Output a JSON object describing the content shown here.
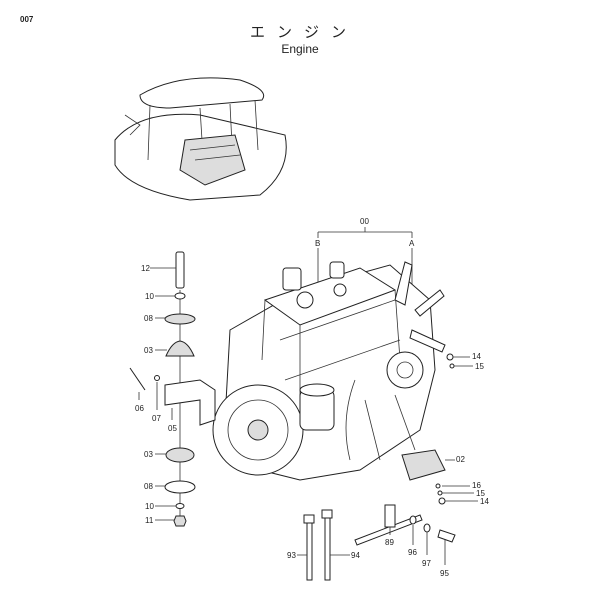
{
  "page_number": "007",
  "title_jp": "エンジン",
  "title_en": "Engine",
  "callouts": {
    "assembly": "00",
    "ref_a": "A",
    "ref_b": "B",
    "bolt_top": "12",
    "washer_top": "10",
    "plate_top": "08",
    "cushion_top": "03",
    "bolt_side": "06",
    "washer_side": "07",
    "bracket": "05",
    "cushion_bottom": "03",
    "plate_bottom": "08",
    "washer_bottom": "10",
    "nut_bottom": "11",
    "rod_left": "93",
    "rod_right": "94",
    "stay": "89",
    "washer_96": "96",
    "washer_97": "97",
    "bolt_95": "95",
    "mount_right": "02",
    "part_16": "16",
    "part_15_lower": "15",
    "part_14_lower": "14",
    "part_14_upper": "14",
    "part_15_upper": "15"
  }
}
